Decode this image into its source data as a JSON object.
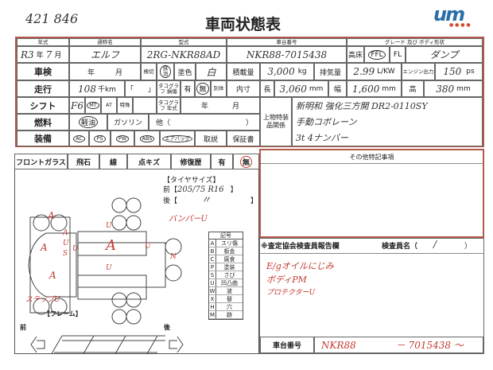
{
  "doc_number": "421 846",
  "title": "車両状態表",
  "logo_text": "um",
  "header": {
    "year": "年式",
    "name": "通称名",
    "model": "型式",
    "chassis": "車台番号",
    "grade": "グレード 及び ボディ形状"
  },
  "row1": {
    "year_val": "R3",
    "year_unit": "年",
    "month_val": "7",
    "month_unit": "月",
    "name_val": "エルフ",
    "model_val": "2RG-NKR88AD",
    "chassis_val": "NKR88-7015438",
    "high_floor": "高床",
    "ffl": "FFL",
    "fl": "FL",
    "body": "ダンプ"
  },
  "shaken": {
    "label": "車検",
    "year": "年",
    "month": "月",
    "expire": "検切",
    "mas": "抹消",
    "paint": "塗色",
    "paint_val": "白",
    "load": "積載量",
    "load_val": "3,000",
    "load_unit": "kg",
    "disp": "排気量",
    "disp_val": "2.99",
    "disp_unit": "L/KW",
    "engine": "エンジン出力",
    "engine_val": "150",
    "engine_unit": "ps"
  },
  "mileage": {
    "label": "走行",
    "val": "108",
    "unit": "千km",
    "bracket": "「　　」",
    "tacho": "タコグラフ 損傷",
    "yes": "有",
    "no": "無",
    "sep": "別体",
    "inner": "内寸",
    "len": "長",
    "len_val": "3,060",
    "wid": "幅",
    "wid_val": "1,600",
    "hei": "高",
    "hei_val": "380",
    "mm": "mm"
  },
  "shift": {
    "label": "シフト",
    "val": "F6",
    "mt": "MT",
    "at": "AT",
    "special": "特殊",
    "tacho_year": "タコグラフ 年式",
    "year": "年",
    "month": "月"
  },
  "fuel": {
    "label": "燃料",
    "diesel": "軽油",
    "gas": "ガソリン",
    "other": "他（",
    "close": "）"
  },
  "equip": {
    "label": "装備",
    "items": [
      "AC",
      "PS",
      "PW",
      "ABS",
      "エアバッグ"
    ],
    "manual": "取説",
    "warranty": "保証書"
  },
  "special": {
    "label": "上物特装品関係",
    "lines": [
      "新明和 強化三方開 DR2-0110SY",
      "手動コボレーン",
      "3t 4ナンバー"
    ]
  },
  "damage": {
    "header": [
      "フロントガラス",
      "飛石",
      "線",
      "点キズ",
      "修復歴",
      "有",
      "無"
    ],
    "tire_title": "【タイヤサイズ】",
    "tire_front_label": "前【",
    "tire_front": "205/75 R16",
    "tire_rear_label": "後【",
    "tire_rear": "〃",
    "close": "】",
    "frame_label": "【フレーム】",
    "front": "前",
    "rear": "後",
    "marks": [
      "A",
      "A",
      "A",
      "A",
      "U",
      "S",
      "U",
      "U",
      "U",
      "A",
      "U",
      "N"
    ],
    "notes": [
      "バンパーU",
      "ステップU"
    ],
    "legend_title": "記号",
    "legend": [
      [
        "A",
        "スリ傷"
      ],
      [
        "B",
        "板金"
      ],
      [
        "C",
        "腐食"
      ],
      [
        "P",
        "塗装"
      ],
      [
        "S",
        "さび"
      ],
      [
        "U",
        "凹凸曲"
      ],
      [
        "W",
        "波"
      ],
      [
        "X",
        "替"
      ],
      [
        "H",
        "穴"
      ],
      [
        "M",
        "跡"
      ]
    ]
  },
  "other": {
    "title": "その他特記事項"
  },
  "report": {
    "title": "※査定協会検査員報告欄",
    "inspector": "検査員名（",
    "inspector_val": "/",
    "close": "）",
    "lines": [
      "E/gオイルにじみ",
      "ボディPM",
      "プロテクターU"
    ]
  },
  "footer": {
    "label": "車台番号",
    "val1": "NKR88",
    "val2": "－ 7015438 ～"
  }
}
